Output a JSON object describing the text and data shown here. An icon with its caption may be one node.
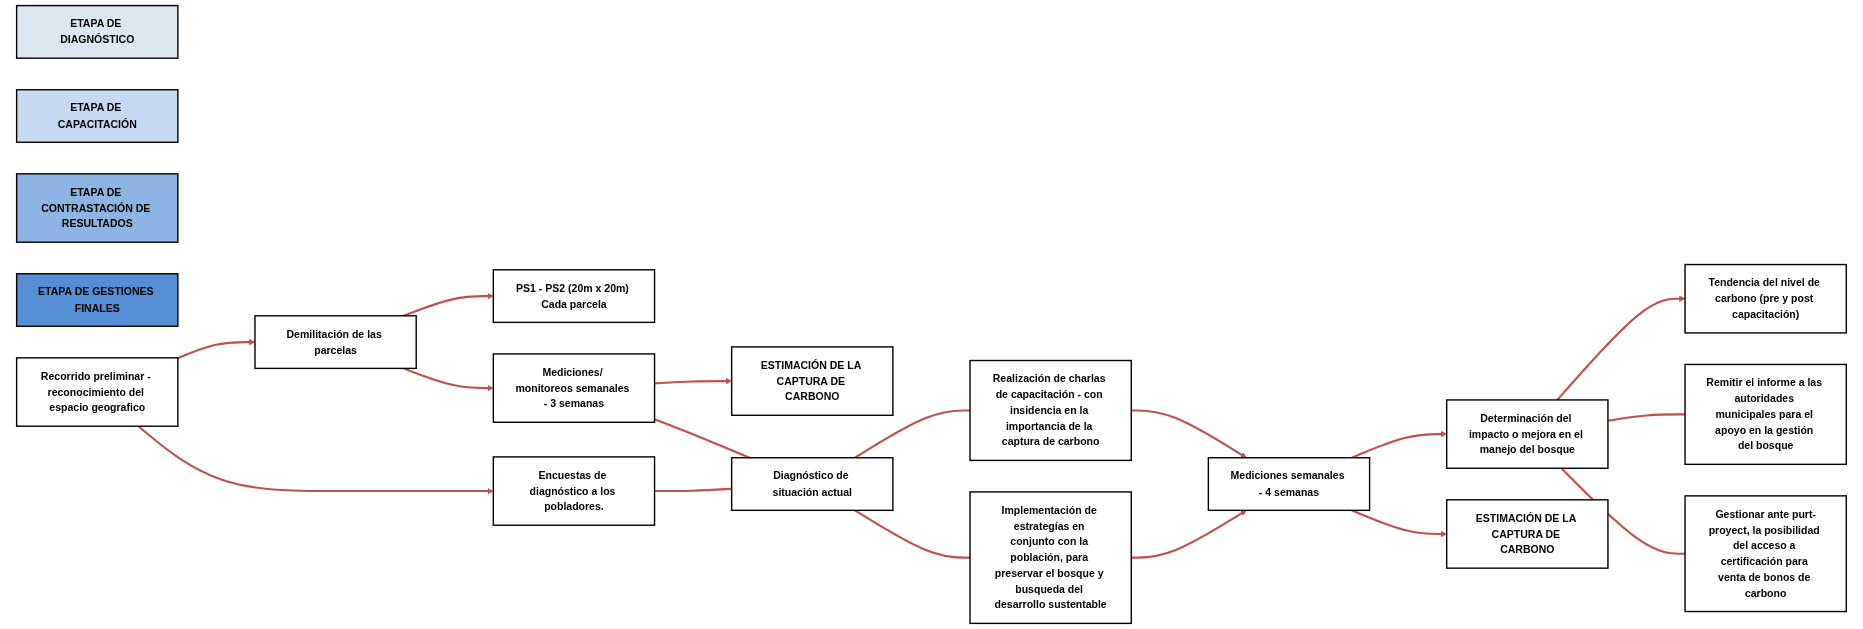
{
  "diagram": {
    "nodes": [
      {
        "text": [
          "ETAPA DE DIAGNÓSTICO"
        ]
      },
      {
        "text": [
          "ETAPA DE CAPACITACIÓN"
        ]
      },
      {
        "text": [
          "ETAPA DE CONTRASTACIÓN DE RESULTADOS"
        ]
      },
      {
        "text": [
          "ETAPA DE GESTIONES FINALES"
        ]
      },
      {
        "text": [
          "Recorrido preliminar - reconocimiento del espacio geografico"
        ]
      },
      {
        "text": [
          "PS1 - PS2 (20m x 20m) Cada parcela"
        ]
      },
      {
        "text": [
          "Demilitación de las parcelas"
        ]
      },
      {
        "text": [
          "ESTIMACIÓN DE LA CAPTURA DE CARBONO"
        ]
      },
      {
        "text": [
          "Mediciones/ monitoreos semanales - 3 semanas"
        ]
      },
      {
        "text": [
          "Encuestas de diagnóstico a los pobladores."
        ]
      },
      {
        "text": [
          "Diagnóstico de situación actual"
        ]
      },
      {
        "text": [
          "Realización de charlas de capacitación - con insidencia en la importancia de la captura de carbono"
        ]
      },
      {
        "text": [
          "Implementación de estrategías en conjunto con la población, para preservar el bosque y busqueda del desarrollo sustentable"
        ]
      },
      {
        "text": [
          "ESTIMACIÓN DE LA CAPTURA DE CARBONO"
        ]
      },
      {
        "text": [
          "Mediciones semanales - 4 semanas"
        ]
      },
      {
        "text": [
          "Tendencia del nivel de carbono (pre y post capacitación)"
        ]
      },
      {
        "text": [
          "Determinación del impacto o mejora en el manejo del bosque"
        ]
      },
      {
        "text": [
          "Remitir el informe a las autoridades municipales para el apoyo en la gestión del bosque"
        ]
      },
      {
        "text": [
          "Gestionar ante purt-proyect, la posibilidad del acceso a certificación para venta de bonos de carbono"
        ]
      }
    ],
    "edges": [
      {
        "from": 4,
        "to": 6,
        "arrow": "to"
      },
      {
        "from": 6,
        "to": 5,
        "arrow": "to"
      },
      {
        "from": 6,
        "to": 8,
        "arrow": "to"
      },
      {
        "from": 8,
        "to": 7,
        "arrow": "to"
      },
      {
        "from": 4,
        "to": 9,
        "arrow": "to"
      },
      {
        "from": 8,
        "to": 10,
        "arrow": "none"
      },
      {
        "from": 9,
        "to": 10,
        "arrow": "none"
      },
      {
        "from": 10,
        "to": 11,
        "arrow": "none"
      },
      {
        "from": 10,
        "to": 12,
        "arrow": "none"
      },
      {
        "from": 11,
        "to": 14,
        "arrow": "to"
      },
      {
        "from": 12,
        "to": 14,
        "arrow": "to"
      },
      {
        "from": 14,
        "to": 13,
        "arrow": "to"
      },
      {
        "from": 14,
        "to": 16,
        "arrow": "to"
      },
      {
        "from": 16,
        "to": 15,
        "arrow": "to"
      },
      {
        "from": 16,
        "to": 17,
        "arrow": "none"
      },
      {
        "from": 16,
        "to": 18,
        "arrow": "none"
      }
    ]
  }
}
